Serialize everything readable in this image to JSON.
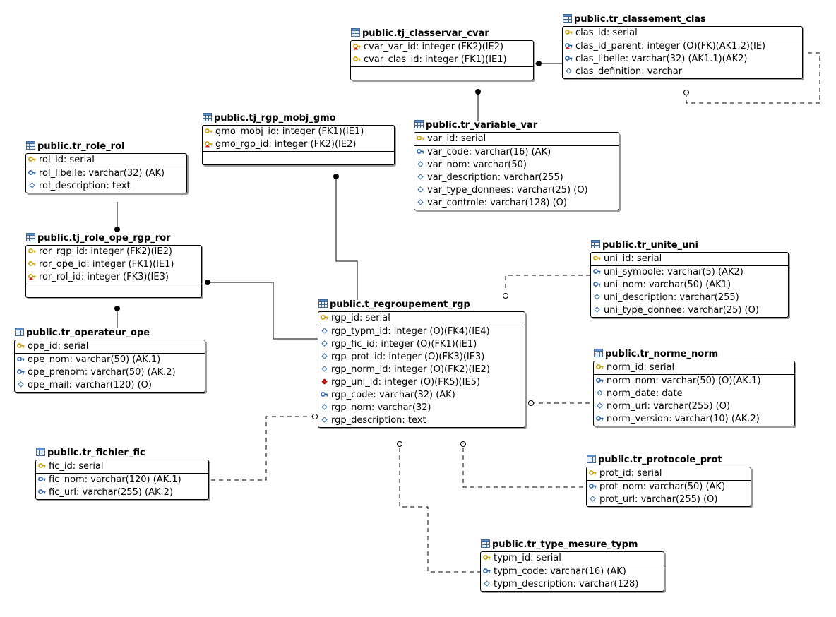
{
  "entities": {
    "tj_classervar_cvar": {
      "title": "public.tj_classervar_cvar",
      "pk": [
        {
          "text": "cvar_var_id: integer (FK2)(IE2)",
          "icon": "pk-fk-key-icon"
        },
        {
          "text": "cvar_clas_id: integer (FK1)(IE1)",
          "icon": "pk-key-icon"
        }
      ],
      "attrs": []
    },
    "tr_classement_clas": {
      "title": "public.tr_classement_clas",
      "pk": [
        {
          "text": "clas_id: serial",
          "icon": "pk-key-icon"
        }
      ],
      "attrs": [
        {
          "text": "clas_id_parent: integer (O)(FK)(AK1.2)(IE)",
          "icon": "ak-fk-key-icon"
        },
        {
          "text": "clas_libelle: varchar(32) (AK1.1)(AK2)",
          "icon": "ak-key-icon"
        },
        {
          "text": "clas_definition: varchar",
          "icon": "attribute-icon"
        }
      ]
    },
    "tj_rgp_mobj_gmo": {
      "title": "public.tj_rgp_mobj_gmo",
      "pk": [
        {
          "text": "gmo_mobj_id: integer (FK1)(IE1)",
          "icon": "pk-key-icon"
        },
        {
          "text": "gmo_rgp_id: integer (FK2)(IE2)",
          "icon": "pk-fk-key-icon"
        }
      ],
      "attrs": []
    },
    "tr_variable_var": {
      "title": "public.tr_variable_var",
      "pk": [
        {
          "text": "var_id: serial",
          "icon": "pk-key-icon"
        }
      ],
      "attrs": [
        {
          "text": "var_code: varchar(16) (AK)",
          "icon": "ak-key-icon"
        },
        {
          "text": "var_nom: varchar(50)",
          "icon": "attribute-icon"
        },
        {
          "text": "var_description: varchar(255)",
          "icon": "attribute-icon"
        },
        {
          "text": "var_type_donnees: varchar(25) (O)",
          "icon": "attribute-icon"
        },
        {
          "text": "var_controle: varchar(128) (O)",
          "icon": "attribute-icon"
        }
      ]
    },
    "tr_role_rol": {
      "title": "public.tr_role_rol",
      "pk": [
        {
          "text": "rol_id: serial",
          "icon": "pk-key-icon"
        }
      ],
      "attrs": [
        {
          "text": "rol_libelle: varchar(32) (AK)",
          "icon": "ak-key-icon"
        },
        {
          "text": "rol_description: text",
          "icon": "attribute-icon"
        }
      ]
    },
    "tj_role_ope_rgp_ror": {
      "title": "public.tj_role_ope_rgp_ror",
      "pk": [
        {
          "text": "ror_rgp_id: integer (FK2)(IE2)",
          "icon": "pk-key-icon"
        },
        {
          "text": "ror_ope_id: integer (FK1)(IE1)",
          "icon": "pk-key-icon"
        },
        {
          "text": "ror_rol_id: integer (FK3)(IE3)",
          "icon": "pk-fk-key-icon"
        }
      ],
      "attrs": []
    },
    "tr_unite_uni": {
      "title": "public.tr_unite_uni",
      "pk": [
        {
          "text": "uni_id: serial",
          "icon": "pk-key-icon"
        }
      ],
      "attrs": [
        {
          "text": "uni_symbole: varchar(5) (AK2)",
          "icon": "ak-key-icon"
        },
        {
          "text": "uni_nom: varchar(50) (AK1)",
          "icon": "ak-key-icon"
        },
        {
          "text": "uni_description: varchar(255)",
          "icon": "attribute-icon"
        },
        {
          "text": "uni_type_donnee: varchar(25) (O)",
          "icon": "attribute-icon"
        }
      ]
    },
    "t_regroupement_rgp": {
      "title": "public.t_regroupement_rgp",
      "pk": [
        {
          "text": "rgp_id: serial",
          "icon": "pk-key-icon"
        }
      ],
      "attrs": [
        {
          "text": "rgp_typm_id: integer (O)(FK4)(IE4)",
          "icon": "attribute-icon"
        },
        {
          "text": "rgp_fic_id: integer (O)(FK1)(IE1)",
          "icon": "attribute-icon"
        },
        {
          "text": "rgp_prot_id: integer (O)(FK3)(IE3)",
          "icon": "attribute-icon"
        },
        {
          "text": "rgp_norm_id: integer (O)(FK2)(IE2)",
          "icon": "attribute-icon"
        },
        {
          "text": "rgp_uni_id: integer (O)(FK5)(IE5)",
          "icon": "fk-attribute-icon"
        },
        {
          "text": "rgp_code: varchar(32) (AK)",
          "icon": "ak-key-icon"
        },
        {
          "text": "rgp_nom: varchar(32)",
          "icon": "attribute-icon"
        },
        {
          "text": "rgp_description: text",
          "icon": "attribute-icon"
        }
      ]
    },
    "tr_operateur_ope": {
      "title": "public.tr_operateur_ope",
      "pk": [
        {
          "text": "ope_id: serial",
          "icon": "pk-key-icon"
        }
      ],
      "attrs": [
        {
          "text": "ope_nom: varchar(50) (AK.1)",
          "icon": "ak-key-icon"
        },
        {
          "text": "ope_prenom: varchar(50) (AK.2)",
          "icon": "ak-key-icon"
        },
        {
          "text": "ope_mail: varchar(120) (O)",
          "icon": "attribute-icon"
        }
      ]
    },
    "tr_norme_norm": {
      "title": "public.tr_norme_norm",
      "pk": [
        {
          "text": "norm_id: serial",
          "icon": "pk-key-icon"
        }
      ],
      "attrs": [
        {
          "text": "norm_nom: varchar(50) (O)(AK.1)",
          "icon": "ak-key-icon"
        },
        {
          "text": "norm_date: date",
          "icon": "attribute-icon"
        },
        {
          "text": "norm_url: varchar(255) (O)",
          "icon": "attribute-icon"
        },
        {
          "text": "norm_version: varchar(10) (AK.2)",
          "icon": "ak-key-icon"
        }
      ]
    },
    "tr_fichier_fic": {
      "title": "public.tr_fichier_fic",
      "pk": [
        {
          "text": "fic_id: serial",
          "icon": "pk-key-icon"
        }
      ],
      "attrs": [
        {
          "text": "fic_nom: varchar(120) (AK.1)",
          "icon": "ak-key-icon"
        },
        {
          "text": "fic_url: varchar(255) (AK.2)",
          "icon": "ak-key-icon"
        }
      ]
    },
    "tr_protocole_prot": {
      "title": "public.tr_protocole_prot",
      "pk": [
        {
          "text": "prot_id: serial",
          "icon": "pk-key-icon"
        }
      ],
      "attrs": [
        {
          "text": "prot_nom: varchar(50) (AK)",
          "icon": "ak-key-icon"
        },
        {
          "text": "prot_url: varchar(255) (O)",
          "icon": "attribute-icon"
        }
      ]
    },
    "tr_type_mesure_typm": {
      "title": "public.tr_type_mesure_typm",
      "pk": [
        {
          "text": "typm_id: serial",
          "icon": "pk-key-icon"
        }
      ],
      "attrs": [
        {
          "text": "typm_code: varchar(16) (AK)",
          "icon": "ak-key-icon"
        },
        {
          "text": "typm_description: varchar(128)",
          "icon": "attribute-icon"
        }
      ]
    }
  }
}
